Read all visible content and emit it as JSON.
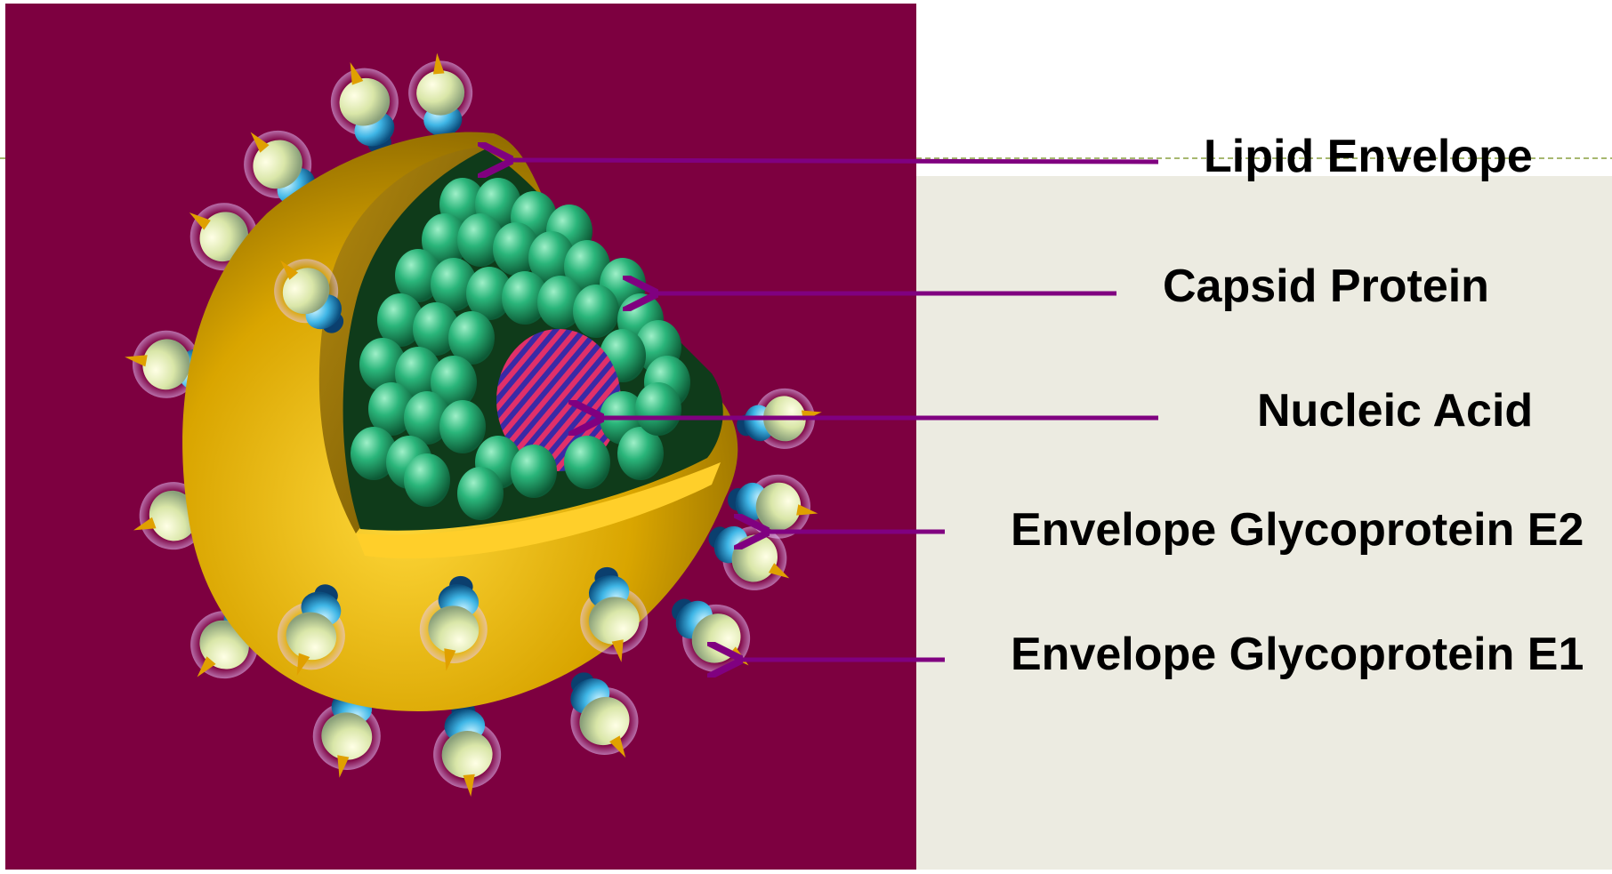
{
  "labels": {
    "lipid_envelope": "Lipid Envelope",
    "capsid_protein": "Capsid Protein",
    "nucleic_acid": "Nucleic Acid",
    "envelope_glycoprotein_e2": "Envelope Glycoprotein E2",
    "envelope_glycoprotein_e1": "Envelope Glycoprotein E1"
  },
  "colors": {
    "image_background": "#7d0040",
    "panel_background": "#ecebe1",
    "arrow": "#800080",
    "envelope_gold": "#d9a500",
    "capsid_green": "#2ab57a",
    "spike_blue": "#3fb6e6",
    "spike_pale": "#e6efb8",
    "label_text": "#000000"
  }
}
